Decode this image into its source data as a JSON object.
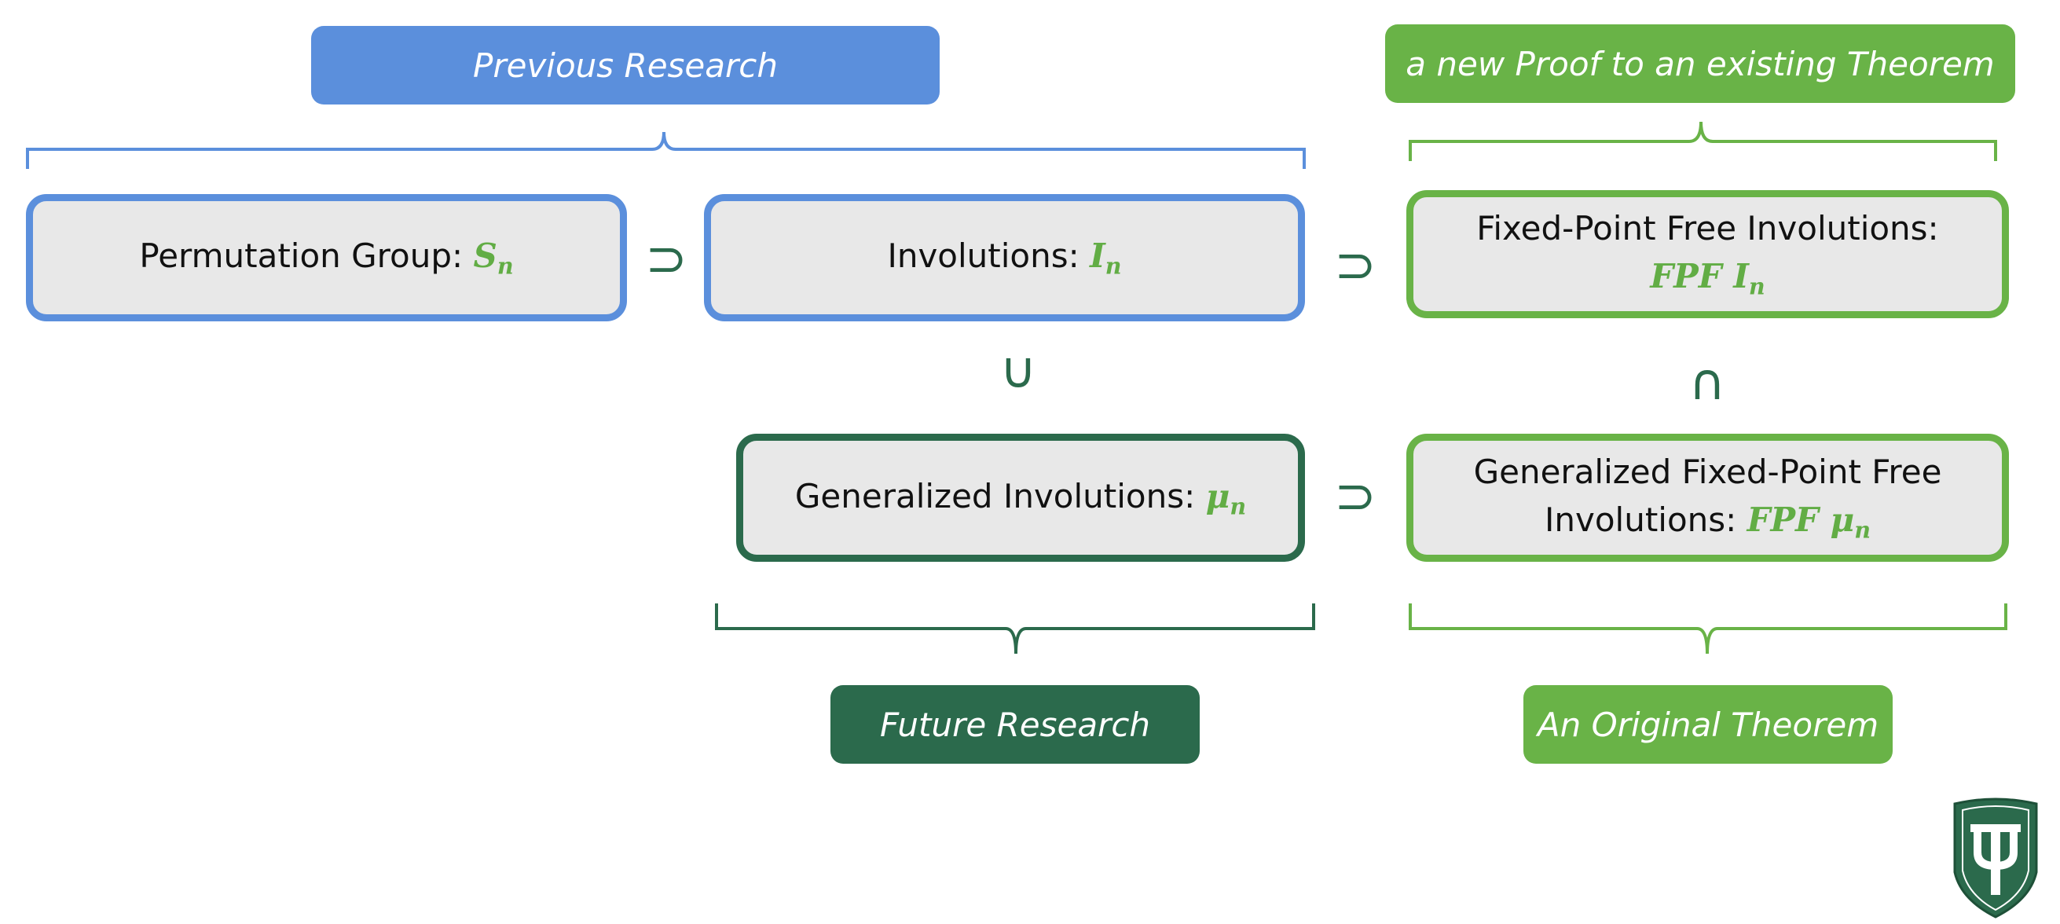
{
  "banners": {
    "previous_research": "Previous Research",
    "new_proof": "a new Proof to an existing Theorem",
    "future_research": "Future Research",
    "original_theorem": "An Original Theorem"
  },
  "boxes": {
    "permutation_group": {
      "label": "Permutation Group: ",
      "symbol": "S",
      "sub": "n"
    },
    "involutions": {
      "label": "Involutions: ",
      "symbol": "I",
      "sub": "n"
    },
    "fpf_involutions": {
      "line1": "Fixed-Point Free Involutions:",
      "symbol": "FPF I",
      "sub": "n"
    },
    "generalized_involutions": {
      "label": "Generalized Involutions: ",
      "symbol": "μ",
      "sub": "n"
    },
    "generalized_fpf": {
      "line1": "Generalized Fixed-Point Free",
      "label": "Involutions: ",
      "symbol": "FPF μ",
      "sub": "n"
    }
  },
  "relations": {
    "sn_in": "⊃",
    "in_fpf": "⊃",
    "in_mu": "∪",
    "fpf_gfpf": "∩",
    "mu_gfpf": "⊃"
  },
  "colors": {
    "blue": "#5b8fdc",
    "green": "#69b347",
    "dark_green": "#2b6a4c",
    "box_fill": "#e8e8e8"
  },
  "logo": {
    "icon": "tulane-shield-logo"
  }
}
